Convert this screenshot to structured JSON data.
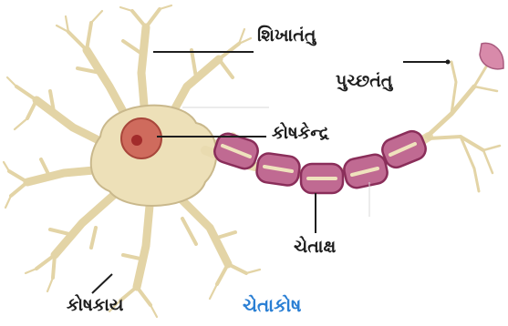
{
  "labels": {
    "dendrites": "શિખાતંતુ",
    "axon_terminal": "પુચ્છતંતુ",
    "nucleus": "કોષકેન્દ્ર",
    "axon": "ચેતાક્ષ",
    "cell_body": "કોષકાય"
  },
  "caption": "ચેતાકોષ",
  "colors": {
    "cell_fill": "#ede0b8",
    "cell_outline": "#c9b88c",
    "nucleus": "#cf6b5d",
    "nucleolus": "#a22b2b",
    "myelin": "#c06a92",
    "myelin_outline": "#8a2e5a",
    "axon_core": "#e9dbb0",
    "caption": "#2a7fd4",
    "leader": "#1e1e1e"
  }
}
